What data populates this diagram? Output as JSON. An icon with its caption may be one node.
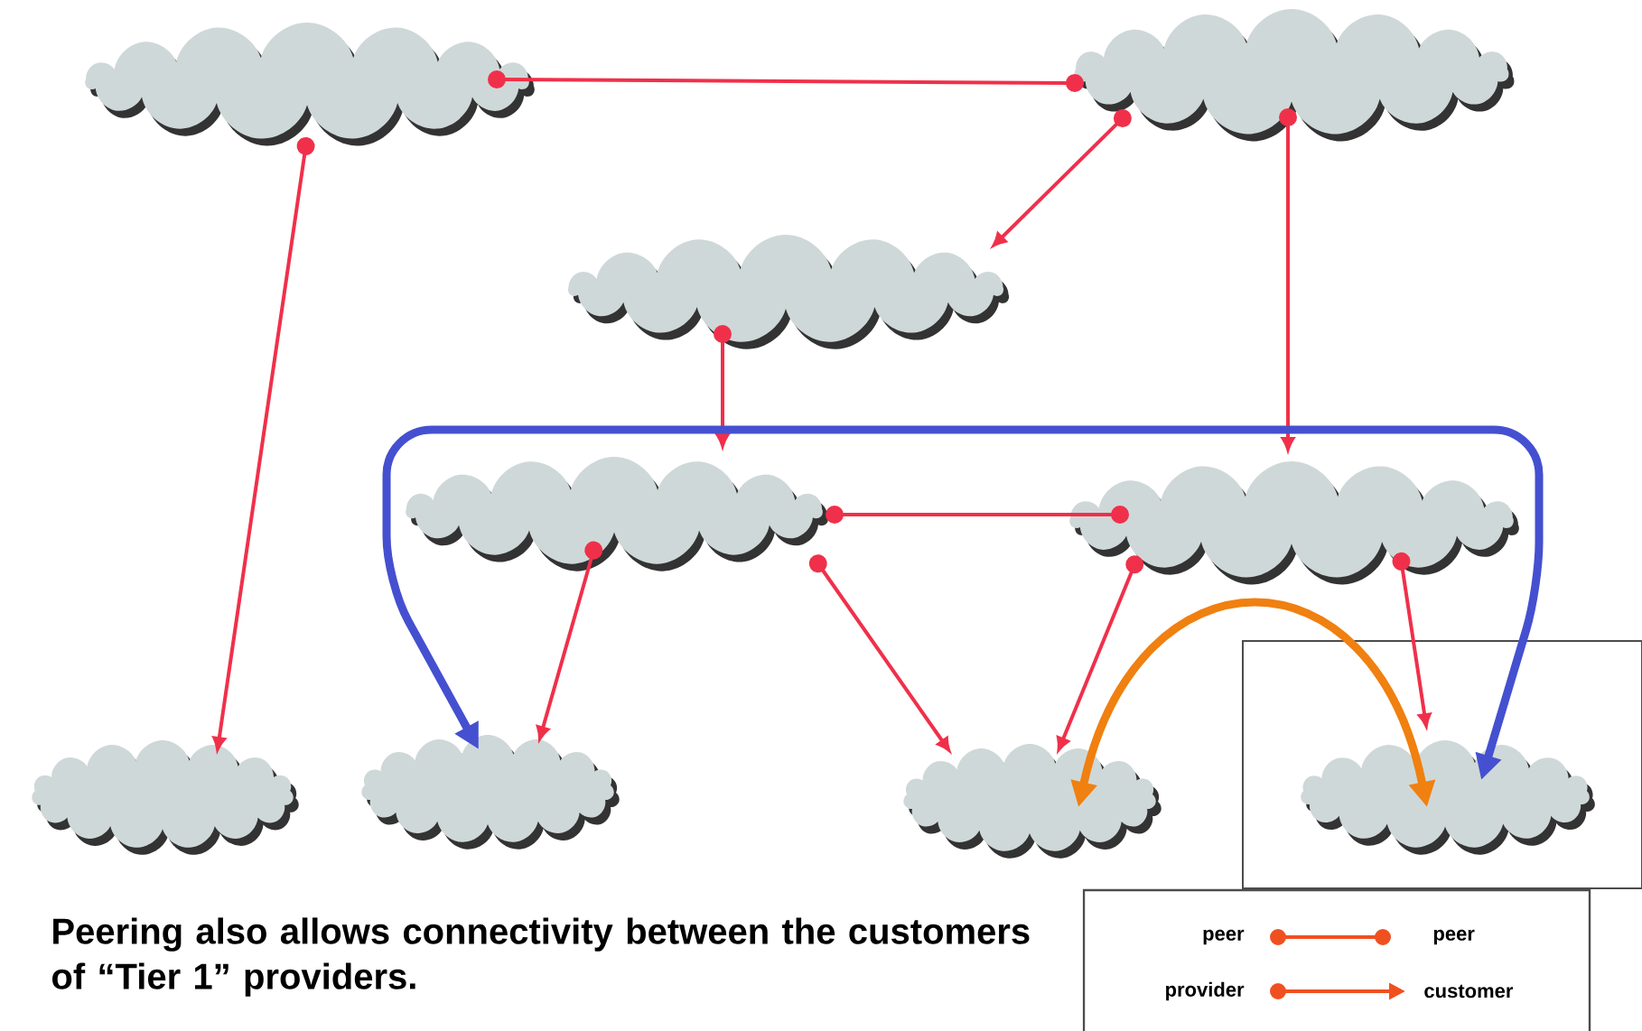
{
  "diagram": {
    "caption": "Peering also allows connectivity between the customers of “Tier 1” providers.",
    "nodes": [
      {
        "text": [],
        "shape": "cloud"
      },
      {
        "text": [],
        "shape": "cloud"
      },
      {
        "text": [],
        "shape": "cloud"
      },
      {
        "text": [],
        "shape": "cloud"
      },
      {
        "text": [],
        "shape": "cloud"
      },
      {
        "text": [],
        "shape": "cloud"
      },
      {
        "text": [],
        "shape": "cloud"
      },
      {
        "text": [],
        "shape": "cloud"
      },
      {
        "text": [],
        "shape": "cloud"
      }
    ],
    "edges": [
      {
        "from": 0,
        "to": 1,
        "arrow": "other"
      },
      {
        "from": 0,
        "to": 5,
        "arrow": "to"
      },
      {
        "from": 1,
        "to": 2,
        "arrow": "to"
      },
      {
        "from": 1,
        "to": 4,
        "arrow": "to"
      },
      {
        "from": 2,
        "to": 3,
        "arrow": "to"
      },
      {
        "from": 3,
        "to": 4,
        "arrow": "other"
      },
      {
        "from": 3,
        "to": 6,
        "arrow": "to"
      },
      {
        "from": 3,
        "to": 7,
        "arrow": "to"
      },
      {
        "from": 4,
        "to": 7,
        "arrow": "to"
      },
      {
        "from": 4,
        "to": 8,
        "arrow": "to"
      },
      {
        "from": 6,
        "to": 8,
        "arrow": "both",
        "style": "thick",
        "color": "#4450d0"
      },
      {
        "from": 7,
        "to": 8,
        "arrow": "both",
        "style": "thick",
        "color": "#f08010"
      }
    ],
    "labels": [
      "peer",
      "peer",
      "provider",
      "customer"
    ]
  }
}
